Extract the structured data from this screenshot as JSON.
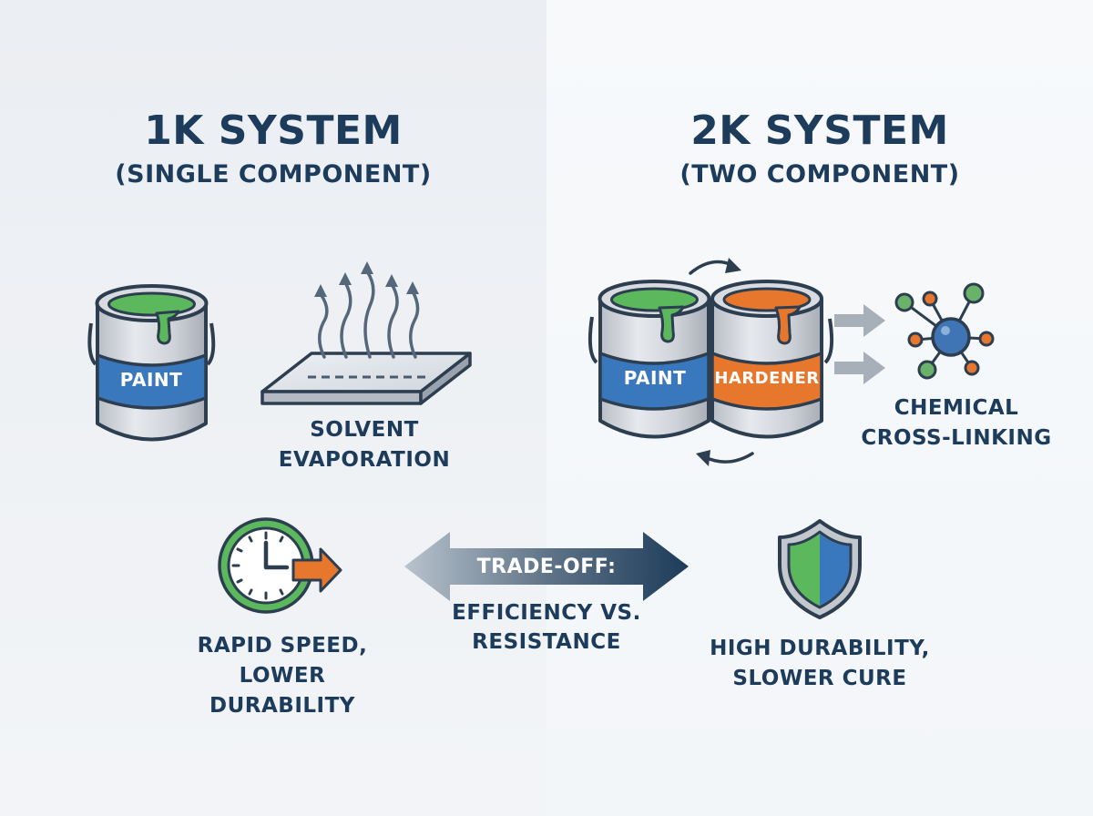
{
  "left": {
    "title": "1K SYSTEM",
    "subtitle": "(SINGLE COMPONENT)",
    "can_label": "PAINT",
    "process_label": [
      "SOLVENT",
      "EVAPORATION"
    ],
    "result_label": [
      "RAPID SPEED,",
      "LOWER DURABILITY"
    ]
  },
  "right": {
    "title": "2K SYSTEM",
    "subtitle": "(TWO COMPONENT)",
    "can1_label": "PAINT",
    "can2_label": "HARDENER",
    "process_label": [
      "CHEMICAL",
      "CROSS-LINKING"
    ],
    "result_label": [
      "HIGH DURABILITY,",
      "SLOWER CURE"
    ]
  },
  "center": {
    "tradeoff_label": "TRADE-OFF:",
    "tradeoff_detail": [
      "EFFICIENCY VS.",
      "RESISTANCE"
    ]
  },
  "colors": {
    "navy": "#1d3b5a",
    "paint_blue": "#3a78bd",
    "hardener_orange": "#e8772e",
    "paint_green": "#5cb85c",
    "molecule_blue": "#3f74b5"
  },
  "icons": [
    "paint-can-icon",
    "evaporation-icon",
    "clock-icon",
    "shield-icon",
    "molecule-icon",
    "double-arrow-icon"
  ]
}
